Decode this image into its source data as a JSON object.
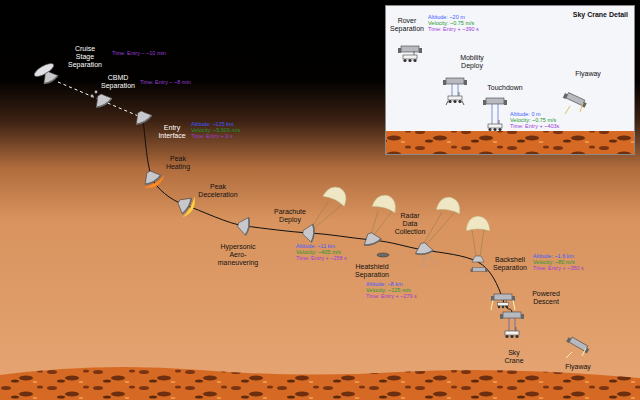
{
  "diagram": {
    "nodes": [
      {
        "text": [
          "Sky Crane Detail"
        ]
      }
    ],
    "labels": [
      "Cruise Stage Separation",
      "Time: Entry – ~10 min",
      "CBMD Separation",
      "Time: Entry – ~8 min",
      "Entry Interface",
      "Altitude: ~125 km",
      "Velocity: ~5,900 m/s",
      "Time: Entry + 0 s",
      "Peak Heating",
      "Peak Deceleration",
      "Hypersonic Aero-maneuvering",
      "Parachute Deploy",
      "Altitude: ~11 km",
      "Velocity: ~405 m/s",
      "Time: Entry + ~258 s",
      "Heatshield Separation",
      "Altitude: ~8 km",
      "Velocity: ~125 m/s",
      "Time: Entry + ~279 s",
      "Radar Data Collection",
      "Backshell Separation",
      "Altitude: ~1.6 km",
      "Velocity: ~80 m/s",
      "Time: Entry + ~350 s",
      "Powered Descent",
      "Sky Crane",
      "Flyaway",
      "Rover Separation",
      "Altitude: ~20 m",
      "Velocity: ~0.75 m/s",
      "Time: Entry + ~390 s",
      "Mobility Deploy",
      "Touchdown",
      "Altitude: 0 m",
      "Velocity: ~0.75 m/s",
      "Time: Entry + ~403s",
      "Flyaway"
    ]
  }
}
